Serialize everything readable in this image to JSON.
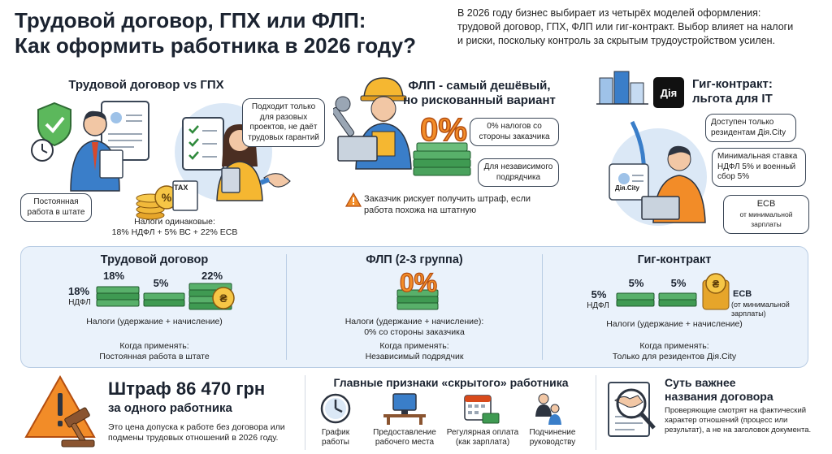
{
  "header": {
    "title_line1": "Трудовой договор, ГПХ или ФЛП:",
    "title_line2": "Как оформить работника в 2026 году?",
    "intro": "В 2026 году бизнес выбирает из четырёх моделей оформления: трудовой договор, ГПХ, ФЛП или гиг-контракт. Выбор влияет на налоги и риски, поскольку контроль за скрытым трудоустройством усилен."
  },
  "top_left": {
    "heading": "Трудовой договор vs ГПХ",
    "bubble_gph": "Подходит только для разовых проектов, не даёт трудовых гарантий",
    "bubble_staff": "Постоянная работа в штате",
    "tax_label": "TAX",
    "taxes_line1": "Налоги одинаковые:",
    "taxes_line2": "18% НДФЛ + 5% ВС + 22% ЕСВ"
  },
  "top_mid": {
    "heading_line1": "ФЛП - самый дешёвый,",
    "heading_line2": "но рискованный вариант",
    "big_pct": "0%",
    "bubble_zero": "0% налогов со стороны заказчика",
    "bubble_indep": "Для независимого подрядчика",
    "warning": "Заказчик рискует получить штраф, если работа похожа на штатную"
  },
  "top_right": {
    "logo": "Дія",
    "heading_line1": "Гиг-контракт:",
    "heading_line2": "льгота для IT",
    "badge": "Дія.City",
    "bubble_res": "Доступен только резидентам Дія.City",
    "bubble_min": "Минимальная ставка НДФЛ 5% и военный сбор 5%",
    "bubble_esv_title": "ЕСВ",
    "bubble_esv_sub": "от минимальной зарплаты"
  },
  "panel": {
    "col1": {
      "title": "Трудовой договор",
      "p1": "18%",
      "p1_label": "НДФЛ",
      "p1b": "18%",
      "p2": "5%",
      "p3": "22%",
      "taxes": "Налоги (удержание + начисление)",
      "when": "Когда применять:",
      "when_val": "Постоянная работа в штате"
    },
    "col2": {
      "title": "ФЛП (2-3 группа)",
      "big": "0%",
      "taxes": "Налоги (удержание + начисление):",
      "taxes2": "0% со стороны заказчика",
      "when": "Когда применять:",
      "when_val": "Независимый подрядчик"
    },
    "col3": {
      "title": "Гиг-контракт",
      "p1": "5%",
      "p1_label": "НДФЛ",
      "p2": "5%",
      "p3": "5%",
      "esv": "ЕСВ",
      "esv_sub": "(от минимальной зарплаты)",
      "taxes": "Налоги (удержание + начисление)",
      "when": "Когда применять:",
      "when_val": "Только для резидентов Дія.City"
    }
  },
  "bottom": {
    "fine_title": "Штраф 86 470 грн",
    "fine_sub": "за одного работника",
    "fine_desc": "Это цена допуска к работе без договора или подмены трудовых отношений в 2026 году.",
    "signs_title": "Главные признаки «скрытого» работника",
    "signs": [
      {
        "label": "График работы"
      },
      {
        "label": "Предоставление рабочего места"
      },
      {
        "label": "Регулярная оплата (как зарплата)"
      },
      {
        "label": "Подчинение руководству"
      }
    ],
    "essence_title_line1": "Суть важнее",
    "essence_title_line2": "названия договора",
    "essence_desc": "Проверяющие смотрят на фактический характер отношений (процесс или результат), а не на заголовок документа."
  },
  "colors": {
    "accent_orange": "#f28c28",
    "money_green": "#3f9a52",
    "panel_bg": "#eaf2fb",
    "warning_red": "#d84a1b"
  }
}
